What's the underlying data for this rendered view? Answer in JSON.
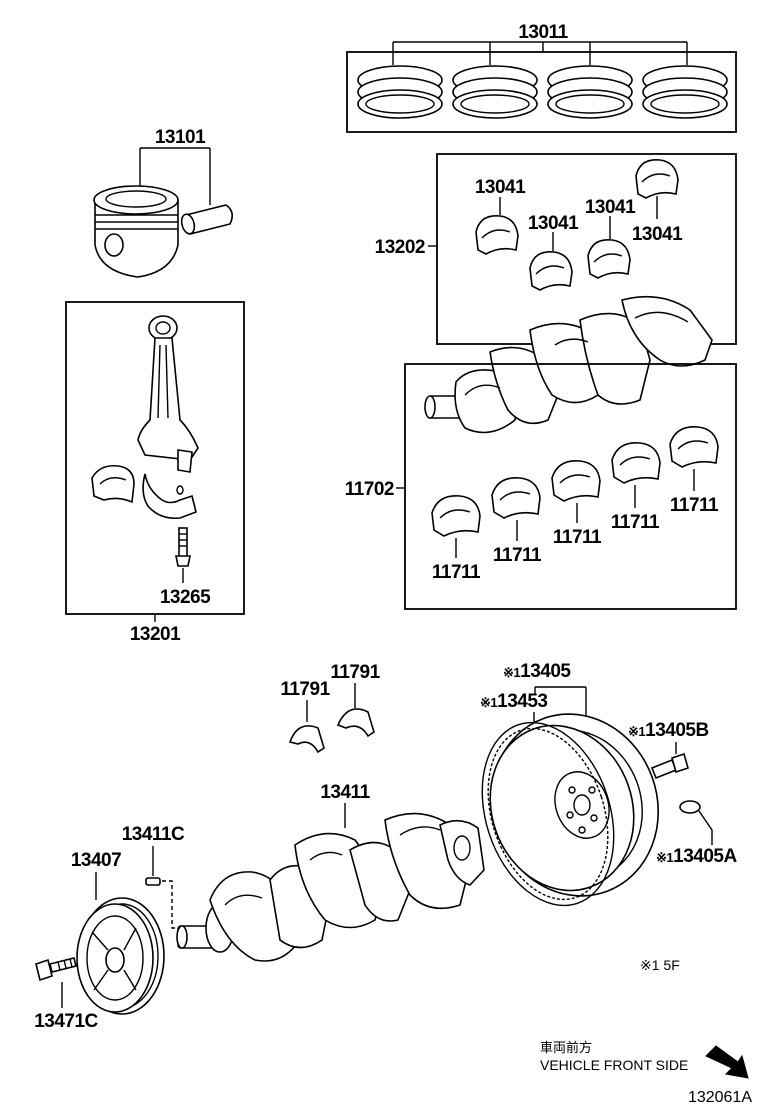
{
  "labels": {
    "piston_ring_set": "13011",
    "piston_sub_assy": "13101",
    "conn_rod_bearing_set": "13202",
    "bearing_a": "13041",
    "bearing_b": "13041",
    "bearing_c": "13041",
    "bearing_d": "13041",
    "conn_rod_sub_assy": "13201",
    "conn_rod_bolt": "13265",
    "crank_bearing_set": "11702",
    "crank_bearing_1": "11711",
    "crank_bearing_2": "11711",
    "crank_bearing_3": "11711",
    "crank_bearing_4": "11711",
    "crank_bearing_5": "11711",
    "thrust_washer_upper": "11791",
    "thrust_washer_lower": "11791",
    "flywheel": "13405",
    "ring_gear": "13453",
    "flywheel_bolt": "13405B",
    "flywheel_pin": "13405A",
    "crankshaft": "13411",
    "crank_key": "13411C",
    "crank_pulley": "13407",
    "pulley_bolt": "13471C"
  },
  "note_mark": "※1",
  "note_text": "※1 5F",
  "direction": {
    "japanese": "車両前方",
    "english": "VEHICLE FRONT SIDE"
  },
  "diagram_id": "132061A"
}
